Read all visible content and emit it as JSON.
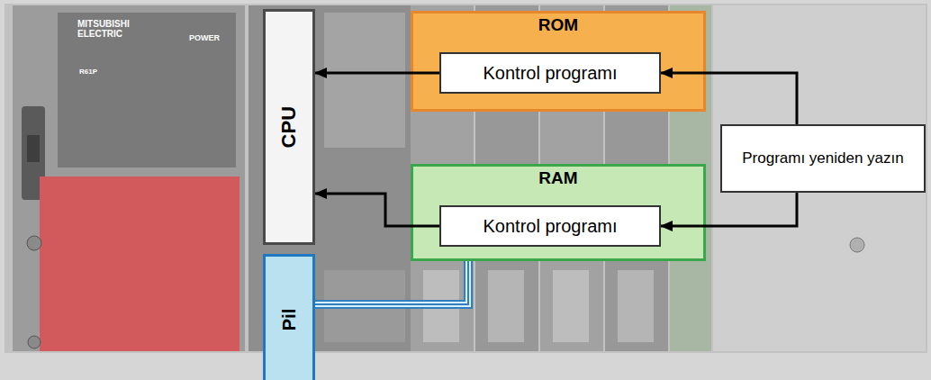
{
  "diagram": {
    "nodes": [
      {
        "text": [
          "CPU"
        ]
      },
      {
        "text": [
          "Pil"
        ]
      },
      {
        "text": [
          "ROM"
        ]
      },
      {
        "text": [
          "Kontrol programı"
        ],
        "in": 2
      },
      {
        "text": [
          "RAM"
        ]
      },
      {
        "text": [
          "Kontrol programı"
        ],
        "in": 4
      },
      {
        "text": [
          "Programı yeniden yazın"
        ]
      }
    ],
    "edges": [
      {
        "from": 3,
        "to": 0,
        "arrow": "to"
      },
      {
        "from": 5,
        "to": 0,
        "arrow": "to"
      },
      {
        "from": 6,
        "to": 3,
        "arrow": "to"
      },
      {
        "from": 6,
        "to": 5,
        "arrow": "to"
      },
      {
        "from": 1,
        "to": 4,
        "arrow": "none"
      }
    ],
    "labels": [
      "MITSUBISHI ELECTRIC",
      "POWER",
      "R61P"
    ]
  }
}
